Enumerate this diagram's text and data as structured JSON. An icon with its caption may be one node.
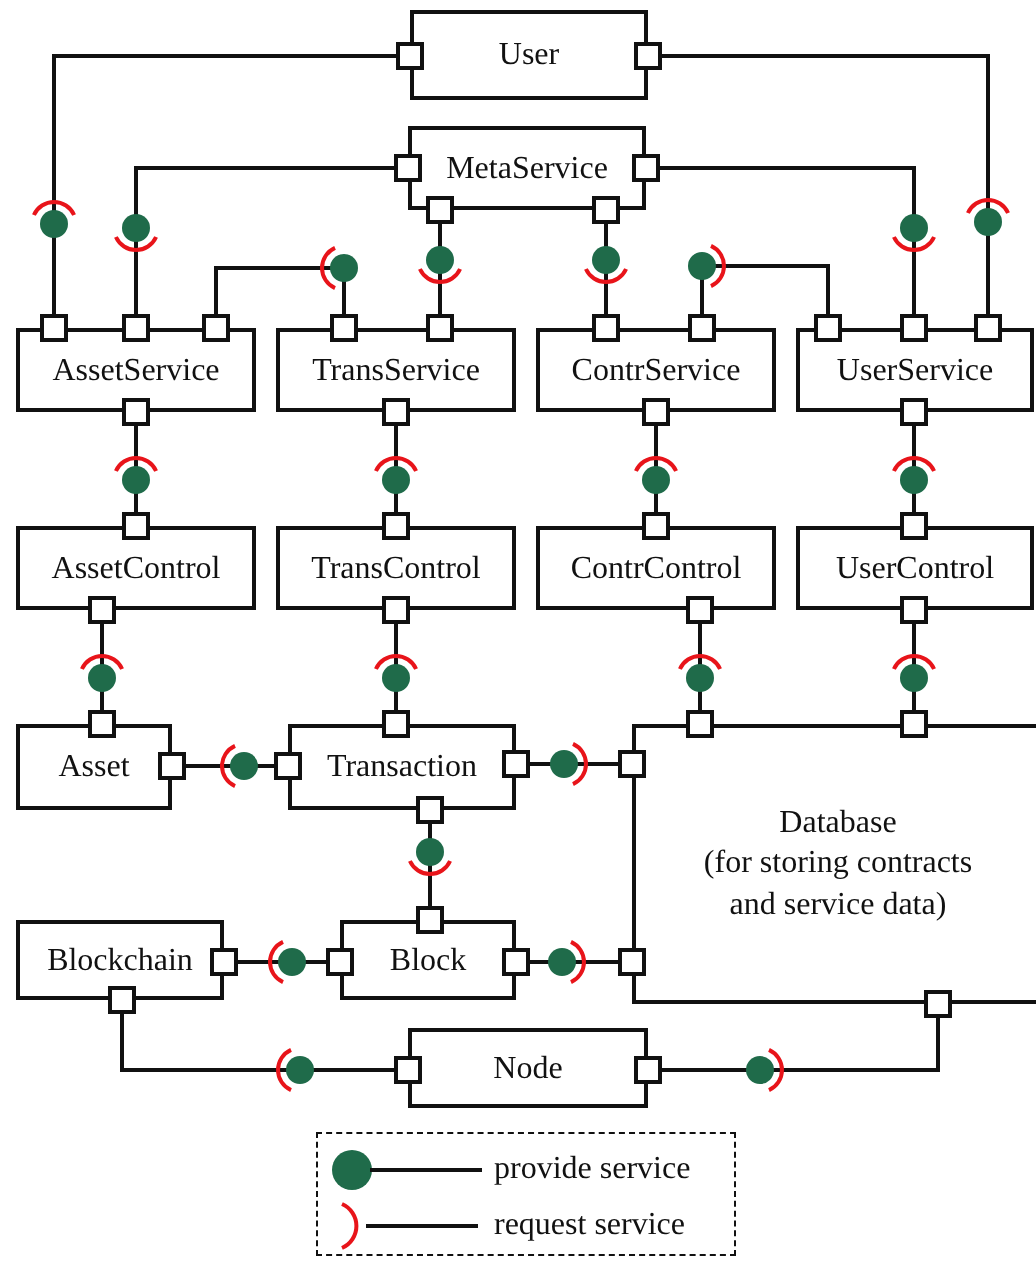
{
  "diagram": {
    "nodes": [
      {
        "text": [
          "User"
        ]
      },
      {
        "text": [
          "MetaService"
        ]
      },
      {
        "text": [
          "AssetService"
        ]
      },
      {
        "text": [
          "TransService"
        ]
      },
      {
        "text": [
          "ContrService"
        ]
      },
      {
        "text": [
          "UserService"
        ]
      },
      {
        "text": [
          "AssetControl"
        ]
      },
      {
        "text": [
          "TransControl"
        ]
      },
      {
        "text": [
          "ContrControl"
        ]
      },
      {
        "text": [
          "UserControl"
        ]
      },
      {
        "text": [
          "Asset"
        ]
      },
      {
        "text": [
          "Transaction"
        ]
      },
      {
        "text": [
          "Database",
          "(for storing contracts and service data)"
        ]
      },
      {
        "text": [
          "Blockchain"
        ]
      },
      {
        "text": [
          "Block"
        ]
      },
      {
        "text": [
          "Node"
        ]
      }
    ],
    "edges": [
      {
        "from": 0,
        "to": 2,
        "arrow": "other"
      },
      {
        "from": 2,
        "to": 1,
        "arrow": "other"
      },
      {
        "from": 2,
        "to": 3,
        "arrow": "other"
      },
      {
        "from": 3,
        "to": 1,
        "arrow": "other"
      },
      {
        "from": 4,
        "to": 1,
        "arrow": "other"
      },
      {
        "from": 5,
        "to": 4,
        "arrow": "other"
      },
      {
        "from": 5,
        "to": 1,
        "arrow": "other"
      },
      {
        "from": 0,
        "to": 5,
        "arrow": "other"
      },
      {
        "from": 2,
        "to": 6,
        "arrow": "other"
      },
      {
        "from": 3,
        "to": 7,
        "arrow": "other"
      },
      {
        "from": 4,
        "to": 8,
        "arrow": "other"
      },
      {
        "from": 5,
        "to": 9,
        "arrow": "other"
      },
      {
        "from": 6,
        "to": 10,
        "arrow": "other"
      },
      {
        "from": 7,
        "to": 11,
        "arrow": "other"
      },
      {
        "from": 8,
        "to": 12,
        "arrow": "other"
      },
      {
        "from": 9,
        "to": 12,
        "arrow": "other"
      },
      {
        "from": 10,
        "to": 11,
        "arrow": "other"
      },
      {
        "from": 12,
        "to": 11,
        "arrow": "other"
      },
      {
        "from": 14,
        "to": 11,
        "arrow": "other"
      },
      {
        "from": 13,
        "to": 14,
        "arrow": "other"
      },
      {
        "from": 12,
        "to": 14,
        "arrow": "other"
      },
      {
        "from": 13,
        "to": 15,
        "arrow": "other"
      },
      {
        "from": 12,
        "to": 15,
        "arrow": "other"
      }
    ],
    "legend": [
      {
        "text": "provide service"
      },
      {
        "text": "request service"
      }
    ]
  }
}
